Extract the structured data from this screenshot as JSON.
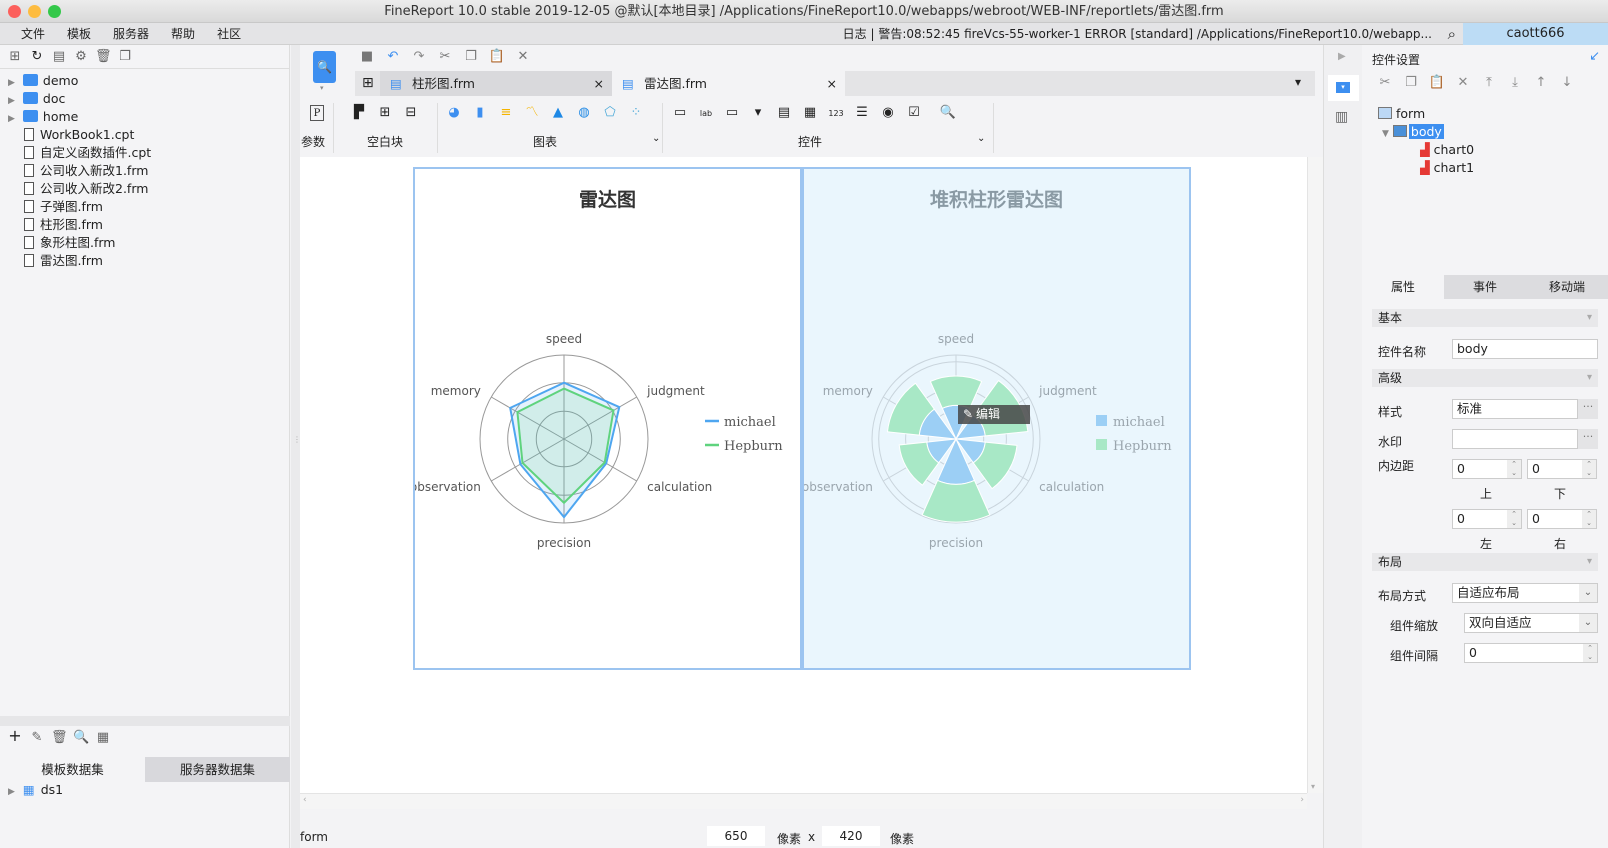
{
  "window": {
    "title": "FineReport 10.0 stable 2019-12-05 @默认[本地目录]   /Applications/FineReport10.0/webapps/webroot/WEB-INF/reportlets/雷达图.frm"
  },
  "menu": [
    "文件",
    "模板",
    "服务器",
    "帮助",
    "社区"
  ],
  "status_log": "日志 | 警告:08:52:45 fireVcs-55-worker-1 ERROR [standard] /Applications/FineReport10.0/webapp...",
  "user": "caott666",
  "file_tree": [
    {
      "name": "demo",
      "type": "folder"
    },
    {
      "name": "doc",
      "type": "folder"
    },
    {
      "name": "home",
      "type": "folder"
    },
    {
      "name": "WorkBook1.cpt",
      "type": "file"
    },
    {
      "name": "自定义函数插件.cpt",
      "type": "file"
    },
    {
      "name": "公司收入新改1.frm",
      "type": "file"
    },
    {
      "name": "公司收入新改2.frm",
      "type": "file"
    },
    {
      "name": "子弹图.frm",
      "type": "file"
    },
    {
      "name": "柱形图.frm",
      "type": "file"
    },
    {
      "name": "象形柱图.frm",
      "type": "file"
    },
    {
      "name": "雷达图.frm",
      "type": "file"
    }
  ],
  "dataset_tabs": [
    "模板数据集",
    "服务器数据集"
  ],
  "datasets": [
    "ds1"
  ],
  "tabs": [
    "柱形图.frm",
    "雷达图.frm"
  ],
  "ribbon_groups": [
    "参数",
    "空白块",
    "图表",
    "控件"
  ],
  "edit_tooltip": "编辑",
  "canvas_size": {
    "width": "650",
    "height": "420",
    "unit": "像素",
    "sep": "x"
  },
  "status_bar": "form",
  "right_panel": {
    "title": "控件设置",
    "tree": [
      "form",
      "body",
      "chart0",
      "chart1"
    ],
    "tabs": [
      "属性",
      "事件",
      "移动端"
    ],
    "sections": {
      "basic": "基本",
      "advanced": "高级",
      "layout": "布局"
    },
    "fields": {
      "name_label": "控件名称",
      "name_value": "body",
      "style_label": "样式",
      "style_value": "标准",
      "watermark_label": "水印",
      "watermark_value": "",
      "padding_label": "内边距",
      "padding_top": "0",
      "padding_bottom": "0",
      "padding_left": "0",
      "padding_right": "0",
      "top": "上",
      "bottom": "下",
      "left": "左",
      "right": "右",
      "layout_mode_label": "布局方式",
      "layout_mode_value": "自适应布局",
      "scale_label": "组件缩放",
      "scale_value": "双向自适应",
      "gap_label": "组件间隔",
      "gap_value": "0",
      "more": "···"
    }
  },
  "chart_data": [
    {
      "type": "radar",
      "title": "雷达图",
      "categories": [
        "speed",
        "judgment",
        "calculation",
        "precision",
        "observation",
        "memory"
      ],
      "max": 100,
      "series": [
        {
          "name": "michael",
          "color": "#4ea6f0",
          "values": [
            67,
            76,
            58,
            93,
            60,
            74
          ]
        },
        {
          "name": "Hepburn",
          "color": "#5fd37e",
          "values": [
            60,
            68,
            56,
            76,
            57,
            64
          ]
        }
      ]
    },
    {
      "type": "stacked-column-radar",
      "title": "堆积柱形雷达图",
      "categories": [
        "speed",
        "judgment",
        "calculation",
        "precision",
        "observation",
        "memory"
      ],
      "max": 100,
      "series": [
        {
          "name": "michael",
          "color": "#9ccff5",
          "values": [
            40,
            35,
            35,
            54,
            35,
            44
          ]
        },
        {
          "name": "Hepburn",
          "color": "#a8e8c6",
          "values": [
            35,
            51,
            38,
            45,
            33,
            38
          ]
        }
      ]
    }
  ]
}
